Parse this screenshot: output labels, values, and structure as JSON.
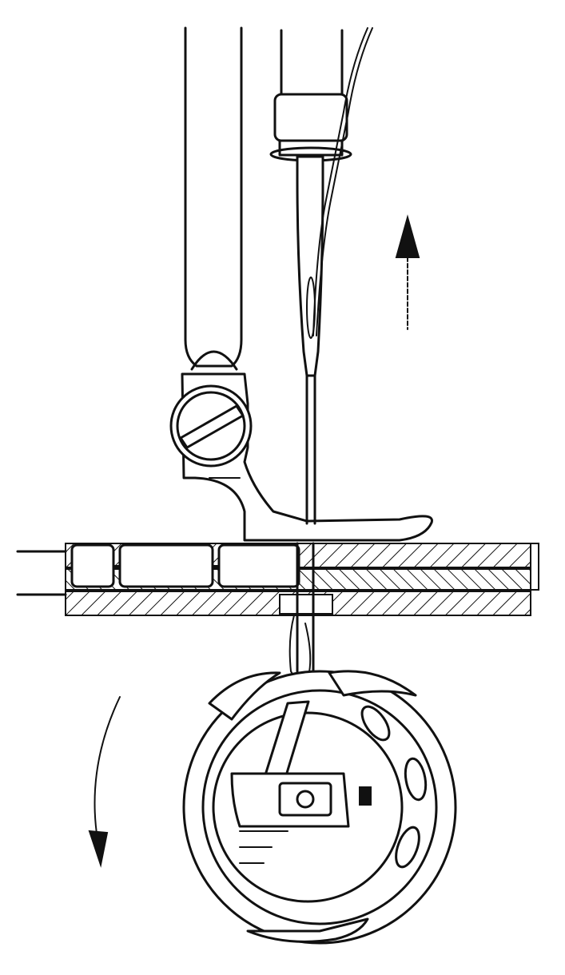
{
  "figure": {
    "type": "technical-line-drawing",
    "subject": "lockstitch-formation",
    "ink_color": "#111111",
    "background_color": "#ffffff"
  },
  "parts": {
    "needle_bar": "needle-bar",
    "needle_clamp": "needle-clamp",
    "needle": "needle",
    "presser_bar": "presser-bar",
    "presser_foot": "presser-foot",
    "presser_foot_screw": "screw-icon",
    "fabric_layers": 2,
    "throat_plate": "throat-plate",
    "rotary_hook": "rotary-hook",
    "bobbin_case": "bobbin-case"
  },
  "motion": {
    "needle_direction": "up",
    "hook_rotation": "counter-clockwise",
    "arrow_up_icon": "arrow-up-icon",
    "curved_arrow_icon": "curved-arrow-down-icon"
  }
}
